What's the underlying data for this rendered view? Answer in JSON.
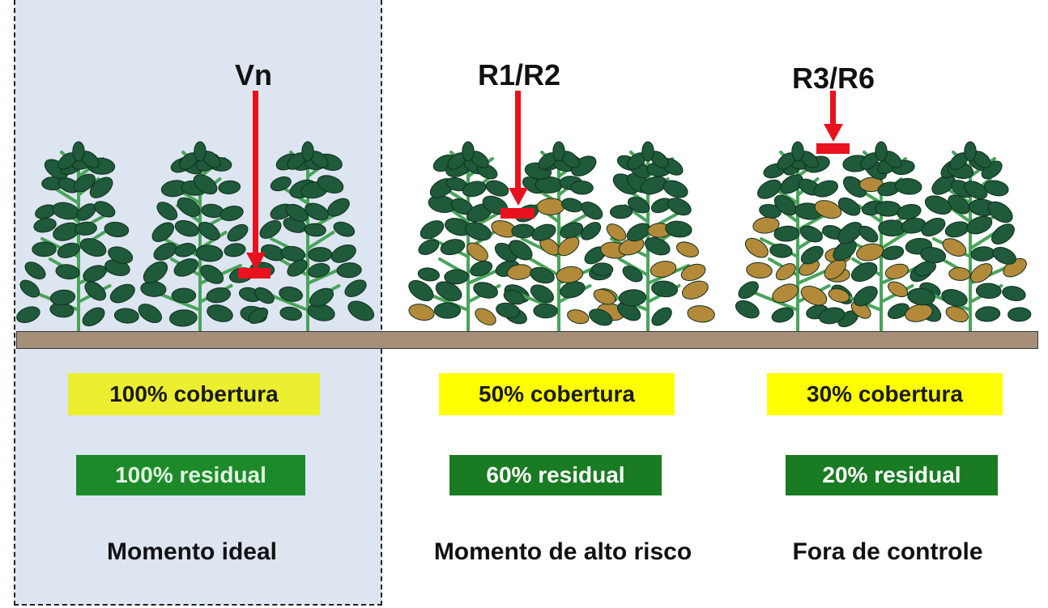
{
  "colors": {
    "highlight": "#dde5f1",
    "soil": "#a58f79",
    "arrow": "#e8111d",
    "coverage": "#ffff00",
    "residual": "#197b22",
    "leaf_healthy": "#1f5a3a",
    "leaf_diseased": "#b38a3a",
    "stem": "#49a45b"
  },
  "stages": [
    {
      "label": "Vn",
      "coverage": "100% cobertura",
      "residual": "100% residual",
      "moment": "Momento ideal",
      "health": 1.0
    },
    {
      "label": "R1/R2",
      "coverage": "50% cobertura",
      "residual": "60% residual",
      "moment": "Momento de alto risco",
      "health": 0.6
    },
    {
      "label": "R3/R6",
      "coverage": "30% cobertura",
      "residual": "20% residual",
      "moment": "Fora de controle",
      "health": 0.3
    }
  ]
}
